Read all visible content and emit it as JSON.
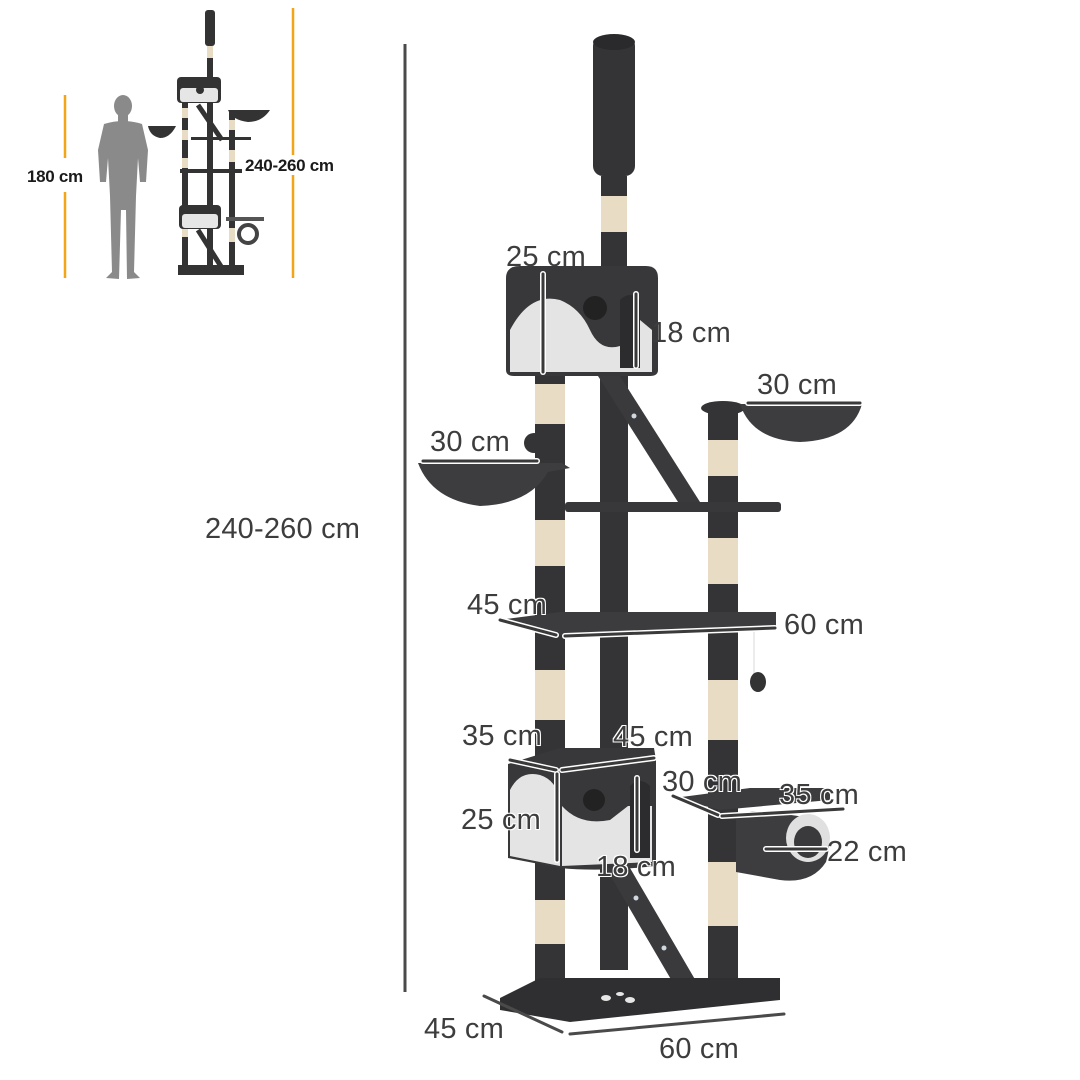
{
  "figure": {
    "subject": "Floor-to-ceiling cat tree dimension diagram",
    "colors": {
      "plush_dark": "#3a3a3c",
      "plush_light": "#e6e6e6",
      "sisal": "#e8dcc4",
      "dimension_line": "#4a4a4a",
      "label_text": "#3d3d3d",
      "inset_accent": "#f2a516",
      "person_silhouette": "#8a8a8a"
    }
  },
  "inset": {
    "person_height_label": "180 cm",
    "tree_height_label": "240-260 cm"
  },
  "dimensions": {
    "overall_height": "240-260 cm",
    "top_condo_height": "25 cm",
    "top_condo_opening": "18 cm",
    "right_hammock_width": "30 cm",
    "left_hammock_width": "30 cm",
    "middle_platform_depth": "45 cm",
    "middle_platform_width": "60 cm",
    "lower_condo_depth": "35 cm",
    "lower_condo_width": "45 cm",
    "lower_condo_height": "25 cm",
    "lower_condo_opening": "18 cm",
    "side_platform_depth": "30 cm",
    "side_platform_width": "35 cm",
    "tunnel_diameter": "22 cm",
    "base_depth": "45 cm",
    "base_width": "60 cm"
  }
}
